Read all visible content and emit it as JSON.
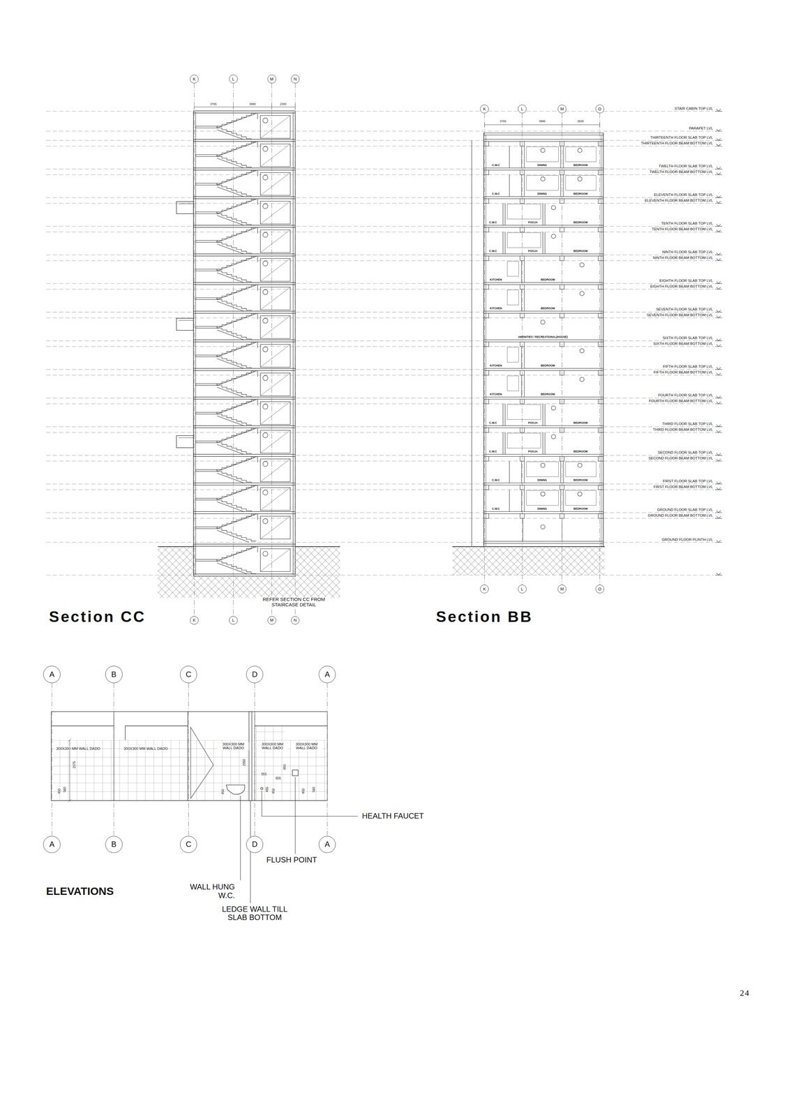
{
  "diagram": {
    "nodes": [
      {
        "text": [
          "K"
        ]
      },
      {
        "text": [
          "L"
        ]
      },
      {
        "text": [
          "M"
        ]
      },
      {
        "text": [
          "N"
        ]
      },
      {
        "text": [
          "K"
        ]
      },
      {
        "text": [
          "L"
        ]
      },
      {
        "text": [
          "M"
        ]
      },
      {
        "text": [
          "N"
        ]
      },
      {
        "text": [
          "K"
        ]
      },
      {
        "text": [
          "L"
        ]
      },
      {
        "text": [
          "M"
        ]
      },
      {
        "text": [
          "O"
        ]
      },
      {
        "text": [
          "K"
        ]
      },
      {
        "text": [
          "L"
        ]
      },
      {
        "text": [
          "M"
        ]
      },
      {
        "text": [
          "O"
        ]
      },
      {
        "text": [
          "A"
        ]
      },
      {
        "text": [
          "B"
        ]
      },
      {
        "text": [
          "C"
        ]
      },
      {
        "text": [
          "D"
        ]
      },
      {
        "text": [
          "A"
        ]
      },
      {
        "text": [
          "A"
        ]
      },
      {
        "text": [
          "B"
        ]
      },
      {
        "text": [
          "C"
        ]
      },
      {
        "text": [
          "D"
        ]
      },
      {
        "text": [
          "A"
        ]
      }
    ],
    "edges": [
      {
        "from": 0,
        "to": 4,
        "arrow": "none"
      },
      {
        "from": 1,
        "to": 5,
        "arrow": "none"
      },
      {
        "from": 2,
        "to": 6,
        "arrow": "none"
      },
      {
        "from": 3,
        "to": 7,
        "arrow": "none"
      },
      {
        "from": 8,
        "to": 12,
        "arrow": "none"
      },
      {
        "from": 9,
        "to": 13,
        "arrow": "none"
      },
      {
        "from": 10,
        "to": 14,
        "arrow": "none"
      },
      {
        "from": 11,
        "to": 15,
        "arrow": "none"
      },
      {
        "from": 16,
        "to": 21,
        "arrow": "none"
      },
      {
        "from": 17,
        "to": 22,
        "arrow": "none"
      },
      {
        "from": 18,
        "to": 23,
        "arrow": "none"
      },
      {
        "from": 19,
        "to": 24,
        "arrow": "none"
      },
      {
        "from": 20,
        "to": 25,
        "arrow": "none"
      }
    ],
    "labels": [
      "3765",
      "3995",
      "2300",
      "REFER SECTION CC FROM STAIRCASE DETAIL",
      "Section CC",
      "3765",
      "3995",
      "2830",
      "STAIR CABIN TOP LVL",
      "PARAPET LVL",
      "THIRTEENTH FLOOR SLAB TOP LVL",
      "THIRTEENTH FLOOR BEAM BOTTOM LVL",
      "TWELTH FLOOR SLAB TOP LVL",
      "TWELTH FLOOR BEAM BOTTOM LVL",
      "ELEVENTH FLOOR SLAB TOP LVL",
      "ELEVENTH FLOOR BEAM BOTTOM LVL",
      "TENTH FLOOR SLAB TOP LVL",
      "TENTH FLOOR BEAM BOTTOM LVL",
      "NINTH FLOOR SLAB TOP LVL",
      "NINTH FLOOR BEAM BOTTOM LVL",
      "EIGHTH FLOOR SLAB TOP LVL",
      "EIGHTH FLOOR BEAM BOTTOM LVL",
      "SEVENTH FLOOR SLAB TOP LVL",
      "SEVENTH FLOOR BEAM BOTTOM LVL",
      "SIXTH FLOOR SLAB TOP LVL",
      "SIXTH FLOOR BEAM BOTTOM LVL",
      "FIFTH FLOOR SLAB TOP LVL",
      "FIFTH FLOOR BEAM BOTTOM LVL",
      "FOURTH FLOOR SLAB TOP LVL",
      "FOURTH FLOOR BEAM BOTTOM LVL",
      "THIRD FLOOR SLAB TOP LVL",
      "THIRD FLOOR BEAM BOTTOM LVL",
      "SECOND FLOOR SLAB TOP LVL",
      "SECOND FLOOR BEAM BOTTOM LVL",
      "FIRST FLOOR SLAB TOP LVL",
      "FIRST FLOOR BEAM BOTTOM LVL",
      "GROUND FLOOR SLAB TOP LVL",
      "GROUND FLOOR BEAM BOTTOM LVL",
      "GROUND FLOOR PLINTH LVL",
      "C.W.C",
      "DINING",
      "BEDROOM",
      "C.W.C",
      "DINING",
      "BEDROOM",
      "C.W.C",
      "POOJA",
      "BEDROOM",
      "C.W.C",
      "POOJA",
      "BEDROOM",
      "KITCHEN",
      "BEDROOM",
      "KITCHEN",
      "BEDROOM",
      "AMENITIES / RECREATIONAL(HOUSE)",
      "KITCHEN",
      "BEDROOM",
      "KITCHEN",
      "BEDROOM",
      "C.W.C",
      "POOJA",
      "BEDROOM",
      "C.W.C",
      "POOJA",
      "BEDROOM",
      "C.W.C",
      "DINING",
      "BEDROOM",
      "C.W.C",
      "DINING",
      "BEDROOM",
      "Section BB",
      "300X300 MM WALL DADO",
      "300X300 MM WALL DADO",
      "300X300 MM WALL DADO",
      "300X300 MM WALL DADO",
      "300X300 MM WALL DADO",
      "2075",
      "450",
      "560",
      "2050",
      "450",
      "555",
      "555",
      "650",
      "455",
      "450",
      "450",
      "560",
      "HEALTH FAUCET",
      "FLUSH POINT",
      "WALL HUNG W.C.",
      "LEDGE WALL TILL SLAB BOTTOM",
      "ELEVATIONS",
      "24"
    ]
  }
}
